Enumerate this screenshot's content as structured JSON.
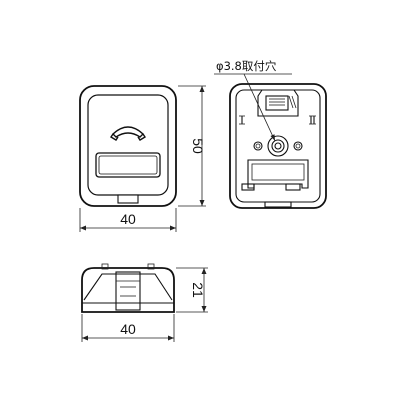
{
  "dimensions": {
    "front_width": "40",
    "front_height": "50",
    "bottom_width": "40",
    "bottom_depth": "21"
  },
  "notes": {
    "mounting_hole": "φ3.8取付穴"
  },
  "icons": {
    "phone": "telephone-handset-icon"
  }
}
